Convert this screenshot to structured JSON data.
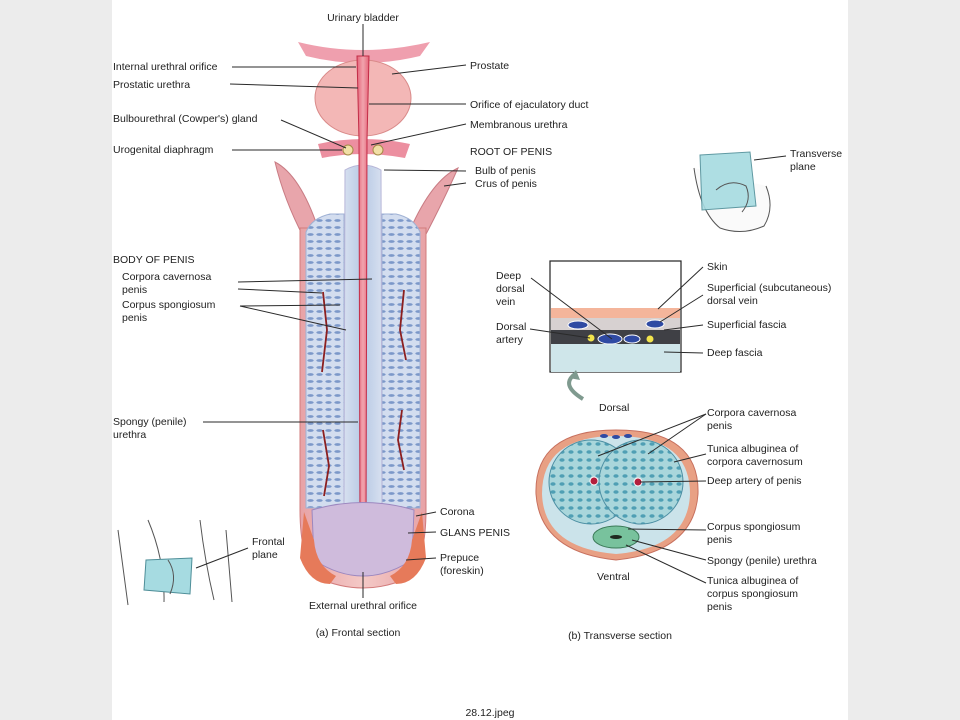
{
  "labels": {
    "urinary_bladder": "Urinary bladder",
    "internal_urethral_orifice": "Internal urethral orifice",
    "prostatic_urethra": "Prostatic urethra",
    "bulbourethral_gland": "Bulbourethral (Cowper's) gland",
    "urogenital_diaphragm": "Urogenital diaphragm",
    "prostate": "Prostate",
    "orifice_ejaculatory_duct": "Orifice of ejaculatory duct",
    "membranous_urethra": "Membranous urethra",
    "root_of_penis": "ROOT OF PENIS",
    "bulb_of_penis": "Bulb of penis",
    "crus_of_penis": "Crus of penis",
    "body_of_penis": "BODY OF PENIS",
    "corpora_cavernosa_1": "Corpora cavernosa",
    "corpora_cavernosa_2": "penis",
    "corpus_spongiosum_1": "Corpus spongiosum",
    "corpus_spongiosum_2": "penis",
    "spongy_urethra_1": "Spongy (penile)",
    "spongy_urethra_2": "urethra",
    "corona": "Corona",
    "glans_penis": "GLANS PENIS",
    "prepuce_1": "Prepuce",
    "prepuce_2": "(foreskin)",
    "external_urethral_orifice": "External urethral orifice",
    "frontal_plane_1": "Frontal",
    "frontal_plane_2": "plane",
    "transverse_plane_1": "Transverse",
    "transverse_plane_2": "plane",
    "deep_dorsal_vein_1": "Deep",
    "deep_dorsal_vein_2": "dorsal",
    "deep_dorsal_vein_3": "vein",
    "dorsal_artery_1": "Dorsal",
    "dorsal_artery_2": "artery",
    "skin": "Skin",
    "superficial_dorsal_vein_1": "Superficial (subcutaneous)",
    "superficial_dorsal_vein_2": "dorsal vein",
    "superficial_fascia": "Superficial fascia",
    "deep_fascia": "Deep fascia",
    "dorsal": "Dorsal",
    "ventral": "Ventral",
    "ts_corpora_cavernosa_1": "Corpora cavernosa",
    "ts_corpora_cavernosa_2": "penis",
    "tunica_cavernosum_1": "Tunica albuginea of",
    "tunica_cavernosum_2": "corpora cavernosum",
    "deep_artery": "Deep artery of penis",
    "ts_corpus_spongiosum_1": "Corpus spongiosum",
    "ts_corpus_spongiosum_2": "penis",
    "ts_spongy_urethra": "Spongy (penile) urethra",
    "tunica_spongiosum_1": "Tunica albuginea of",
    "tunica_spongiosum_2": "corpus spongiosum",
    "tunica_spongiosum_3": "penis"
  },
  "captions": {
    "frontal": "(a) Frontal section",
    "transverse": "(b) Transverse section",
    "filename": "28.12.jpeg"
  },
  "colors": {
    "urethra": "#d9405c",
    "cavernosa_fill": "#c6d4e8",
    "spongy_tissue": "#6f8fc4",
    "skin": "#e89a86",
    "transverse_fill": "#9ccfd4"
  }
}
